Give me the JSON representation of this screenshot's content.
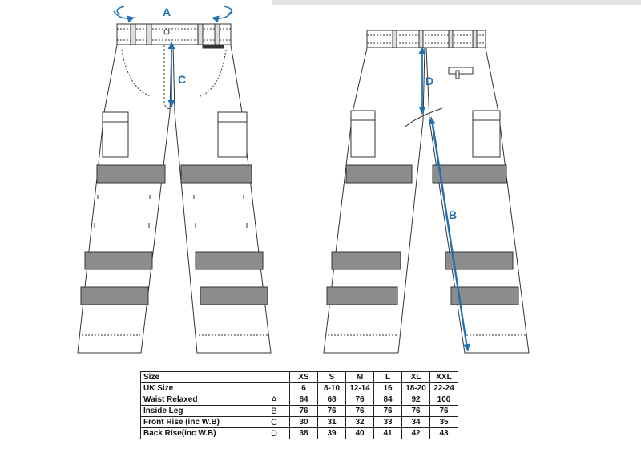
{
  "measure_labels": {
    "a": "A",
    "b": "B",
    "c": "C",
    "d": "D"
  },
  "colors": {
    "measure_blue": "#1f6fb2",
    "band_grey": "#8c8c8c",
    "outline": "#333333"
  },
  "size_table": {
    "header_label": "Size",
    "sizes": [
      "XS",
      "S",
      "M",
      "L",
      "XL",
      "XXL"
    ],
    "rows": [
      {
        "label": "UK Size",
        "code": "",
        "values": [
          "6",
          "8-10",
          "12-14",
          "16",
          "18-20",
          "22-24"
        ]
      },
      {
        "label": "Waist Relaxed",
        "code": "A",
        "values": [
          "64",
          "68",
          "76",
          "84",
          "92",
          "100"
        ]
      },
      {
        "label": "Inside Leg",
        "code": "B",
        "values": [
          "76",
          "76",
          "76",
          "76",
          "76",
          "76"
        ]
      },
      {
        "label": "Front Rise (inc W.B)",
        "code": "C",
        "values": [
          "30",
          "31",
          "32",
          "33",
          "34",
          "35"
        ]
      },
      {
        "label": "Back Rise(inc W.B)",
        "code": "D",
        "values": [
          "38",
          "39",
          "40",
          "41",
          "42",
          "43"
        ]
      }
    ]
  }
}
